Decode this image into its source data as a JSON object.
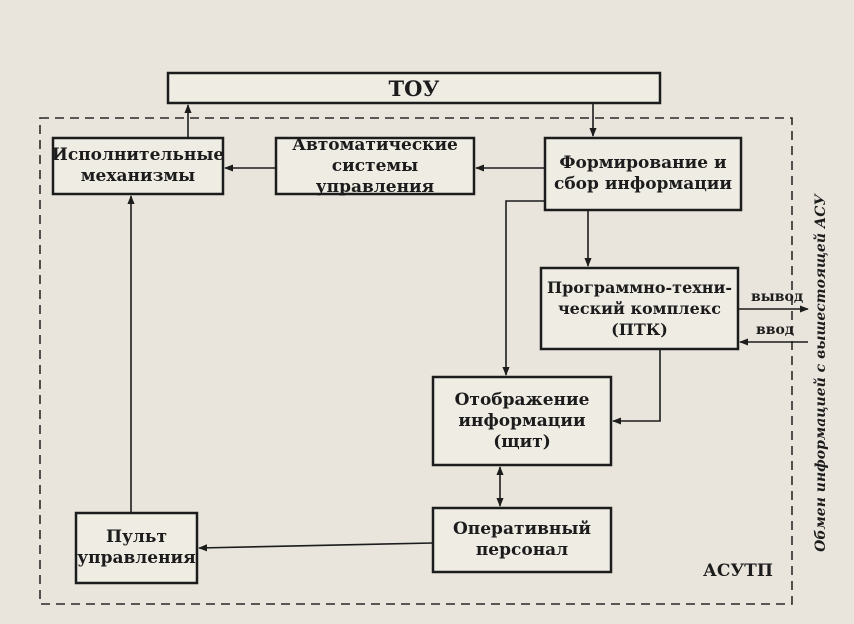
{
  "diagram": {
    "blocks": {
      "tou": "ТОУ",
      "actuators": "Исполнительные\nмеханизмы",
      "auto_systems": "Автоматические\nсистемы управления",
      "info_collection": "Формирование и\nсбор информации",
      "ptk": "Программно-техни-\nческий  комплекс\n(ПТК)",
      "display": "Отображение\nинформации\n(щит)",
      "operators": "Оперативный\nперсонал",
      "control_panel": "Пульт\nуправления"
    },
    "labels": {
      "output": "вывод",
      "input": "ввод",
      "asutp": "АСУТП",
      "exchange": "Обмен информацией с вышестоящей АСУ"
    }
  }
}
